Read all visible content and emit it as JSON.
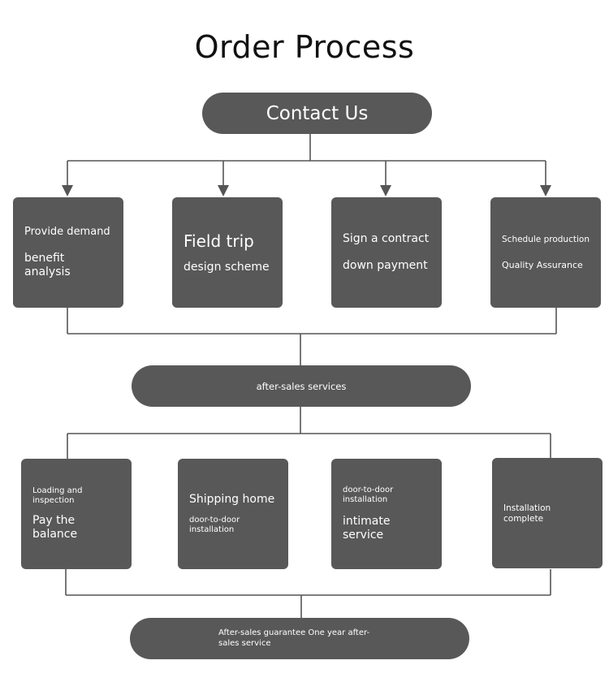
{
  "title": "Order Process",
  "top_node": "Contact Us",
  "row1": [
    {
      "line1": "Provide demand",
      "line2": "benefit analysis"
    },
    {
      "line1": "Field trip",
      "line2": "design scheme"
    },
    {
      "line1": "Sign a contract",
      "line2": "down payment"
    },
    {
      "line1": "Schedule production",
      "line2": "Quality Assurance"
    }
  ],
  "middle_node": "after-sales services",
  "row2": [
    {
      "line1": "Loading and inspection",
      "line2": "Pay the balance"
    },
    {
      "line1": "Shipping home",
      "line2": "door-to-door installation"
    },
    {
      "line1": "door-to-door installation",
      "line2": "intimate service"
    },
    {
      "line1": "Installation complete"
    }
  ],
  "bottom_node": "After-sales guarantee One year after-sales service",
  "colors": {
    "node_fill": "#585858",
    "line": "#555555",
    "text_on_node": "#ffffff"
  }
}
